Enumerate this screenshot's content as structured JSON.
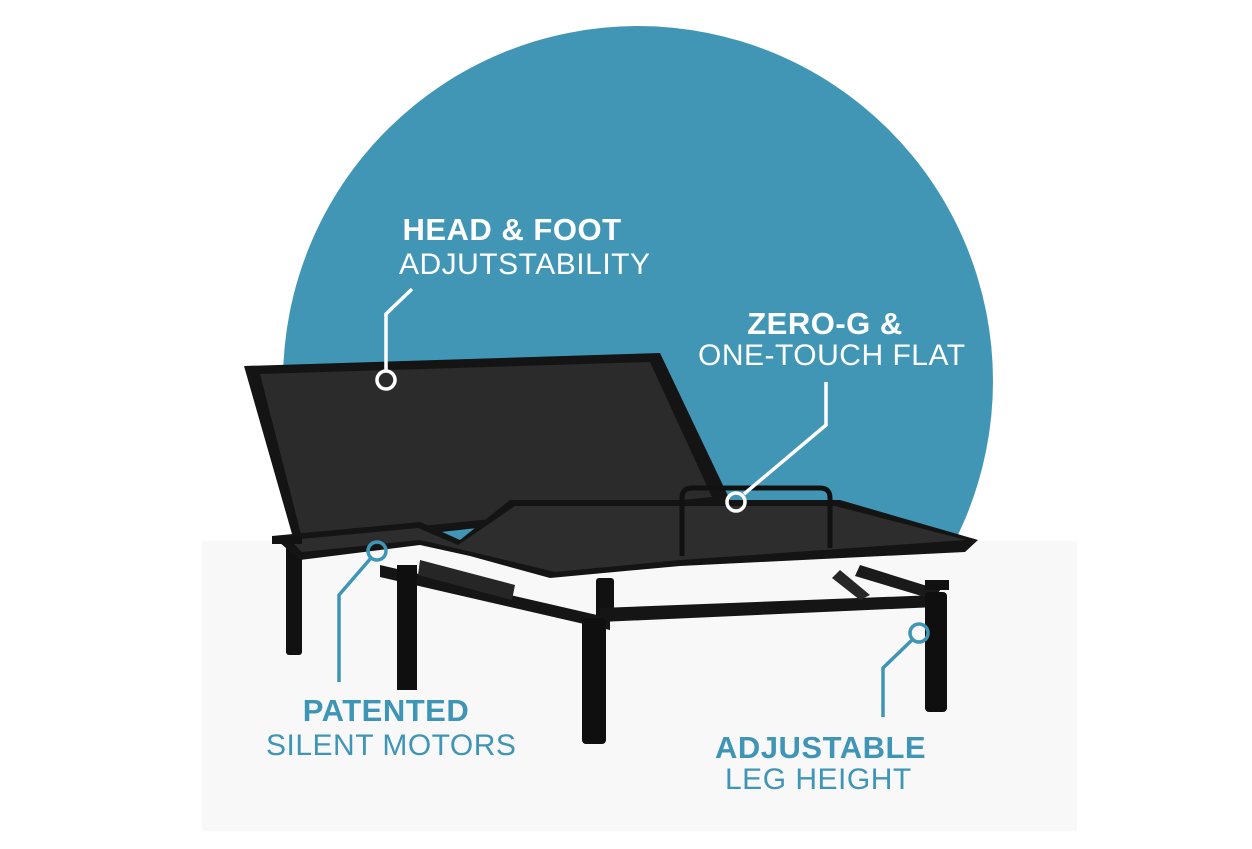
{
  "colors": {
    "circle": "#4296b5",
    "floor": "#f8f8f8",
    "bed_dark": "#2b2b2b",
    "frame": "#141414",
    "callout_light": "#ffffff",
    "callout_blue": "#3f95b5"
  },
  "callouts": {
    "head_foot": {
      "title": "HEAD & FOOT",
      "subtitle": "ADJUTSTABILITY"
    },
    "zero_g": {
      "title": "ZERO-G &",
      "subtitle": "ONE-TOUCH FLAT"
    },
    "motors": {
      "title": "PATENTED",
      "subtitle": "SILENT MOTORS"
    },
    "legs": {
      "title": "ADJUSTABLE",
      "subtitle": "LEG HEIGHT"
    }
  }
}
